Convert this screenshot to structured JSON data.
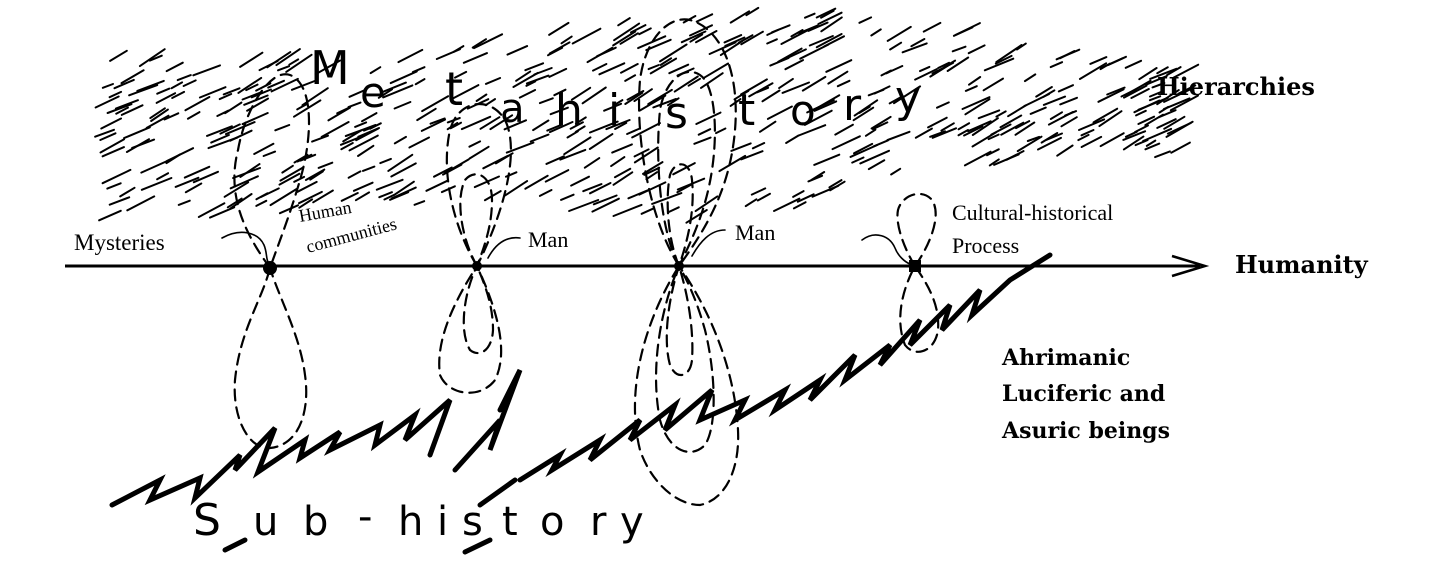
{
  "metahistory_letters": [
    "M",
    "e",
    "t",
    "a",
    "h",
    "i",
    "s",
    "t",
    "o",
    "r",
    "y"
  ],
  "subhistory_letters": [
    "S",
    "u",
    "b",
    "-",
    "h",
    "i",
    "s",
    "t",
    "o",
    "r",
    "y"
  ],
  "labels": {
    "hierarchies": "Hierarchies",
    "humanity": "Humanity",
    "mysteries": "Mysteries",
    "human_communities_1": "Human",
    "human_communities_2": "communities",
    "man_1": "Man",
    "man_2": "Man",
    "cultural_1": "Cultural-historical",
    "cultural_2": "Process",
    "beings_1": "Ahrimanic",
    "beings_2": "Luciferic and",
    "beings_3": "Asuric beings"
  }
}
